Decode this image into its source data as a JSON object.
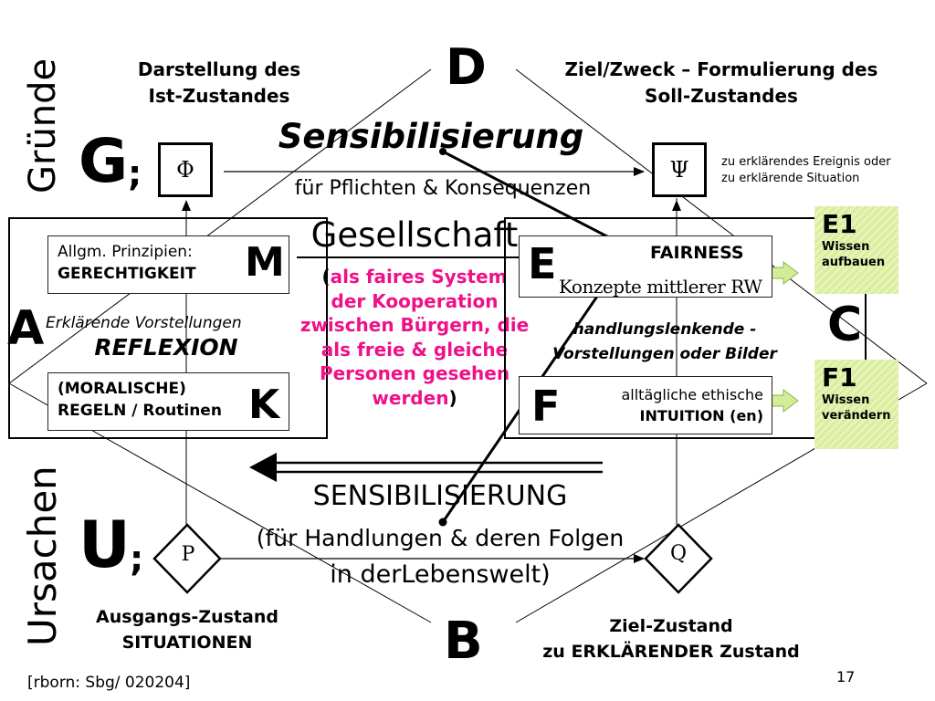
{
  "letters": {
    "D": "D",
    "B": "B",
    "G": "G",
    "U": "U",
    "A": "A",
    "C": "C",
    "M": "M",
    "K": "K",
    "E": "E",
    "F": "F"
  },
  "semicolon": ";",
  "side_labels": {
    "gruende": "Gründe",
    "ursachen": "Ursachen"
  },
  "top_left": {
    "line1": "Darstellung  des",
    "line2": "Ist-Zustandes"
  },
  "top_right": {
    "line1": "Ziel/Zweck – Formulierung des",
    "line2": "Soll-Zustandes"
  },
  "sensibilisierung": {
    "title": "Sensibilisierung",
    "subtitle": "für Pflichten & Konsequenzen"
  },
  "phi": "Φ",
  "psi": "Ψ",
  "psi_note": {
    "line1": "zu erklärendes  Ereignis oder",
    "line2": "zu erklärende Situation"
  },
  "gesellschaft": {
    "title": "Gesellschaft",
    "open": "(",
    "pink_lines": [
      "als faires  System",
      "der Kooperation",
      "zwischen Bürgern, die",
      "als freie & gleiche",
      "Personen gesehen"
    ],
    "last_pink": "werden",
    "close": ")"
  },
  "box_m": {
    "line1": "Allgm. Prinzipien:",
    "line2": "GERECHTIGKEIT"
  },
  "box_k": {
    "line1": "(MORALISCHE)",
    "line2": "REGELN / Routinen"
  },
  "left_mid": {
    "erklaerende": "Erklärende Vorstellungen",
    "reflexion": "REFLEXION"
  },
  "fairness": "FAIRNESS",
  "konzepte": "Konzepte mittlerer RW",
  "right_mid": {
    "line1": "handlungslenkende  -",
    "line2": "Vorstellungen oder Bilder"
  },
  "box_f": {
    "line1": "alltägliche ethische",
    "line2": "INTUITION (en)"
  },
  "e1": {
    "title": "E1",
    "line1": "Wissen",
    "line2": "aufbauen"
  },
  "f1": {
    "title": "F1",
    "line1": "Wissen",
    "line2": "verändern"
  },
  "sensibilisierung2": {
    "title": "SENSIBILISIERUNG",
    "line1": "(für Handlungen & deren Folgen",
    "line2": "in derLebenswelt)"
  },
  "p": "P",
  "q": "Q",
  "bottom_left": {
    "line1": "Ausgangs-Zustand",
    "line2": "SITUATIONEN"
  },
  "bottom_right": {
    "line1": "Ziel-Zustand",
    "line2": "zu ERKLÄRENDER Zustand"
  },
  "footer": {
    "source": "[rborn: Sbg/ 020204]",
    "page": "17"
  }
}
